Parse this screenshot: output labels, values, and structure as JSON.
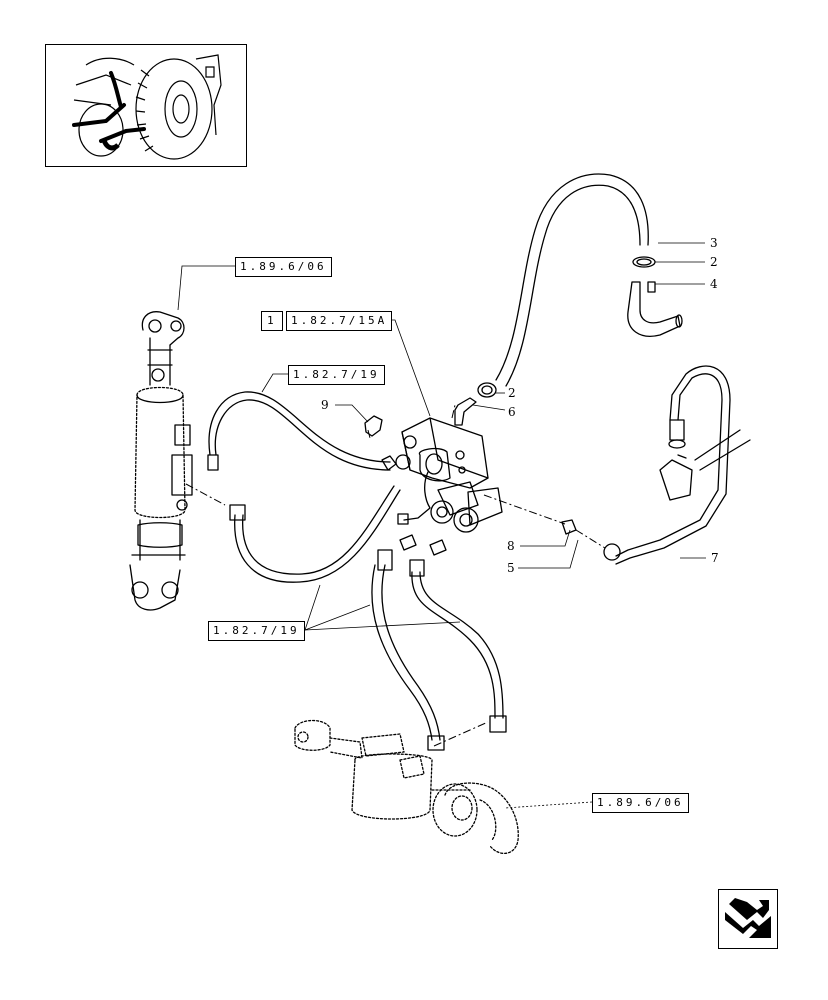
{
  "refs": {
    "top_left_cylinder": "1.89.6/06",
    "group_number": "1",
    "valve_group": "1.82.7/15A",
    "hose_upper": "1.82.7/19",
    "hose_lower": "1.82.7/19",
    "bottom_cylinder": "1.89.6/06"
  },
  "callouts": {
    "c3": "3",
    "c2_top": "2",
    "c4": "4",
    "c2_mid": "2",
    "c6": "6",
    "c9": "9",
    "c8": "8",
    "c5": "5",
    "c7": "7"
  },
  "icons": {
    "thumbnail": "tractor-locator-thumbnail",
    "navigation": "next-page-arrow-icon"
  }
}
